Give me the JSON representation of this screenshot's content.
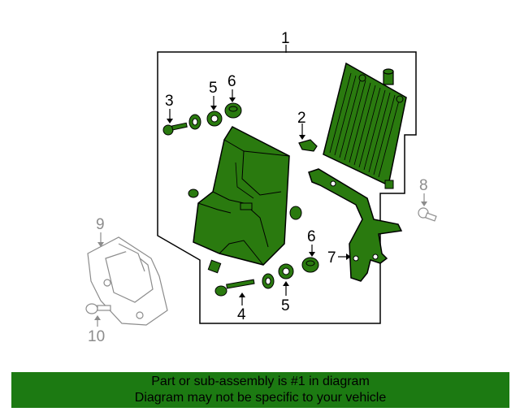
{
  "diagram": {
    "callouts": {
      "c1": "1",
      "c2": "2",
      "c3": "3",
      "c4": "4",
      "c5_top": "5",
      "c5_bottom": "5",
      "c6_top": "6",
      "c6_bottom": "6",
      "c7": "7",
      "c8": "8",
      "c9": "9",
      "c10": "10"
    }
  },
  "banner": {
    "line1": "Part or sub-assembly is #1 in diagram",
    "line2": "Diagram may not be specific to your vehicle"
  },
  "colors": {
    "part_fill": "#2a7a0f",
    "part_outline": "#000000",
    "other_parts": "#8c8c8c",
    "banner": "#1c7a12"
  }
}
